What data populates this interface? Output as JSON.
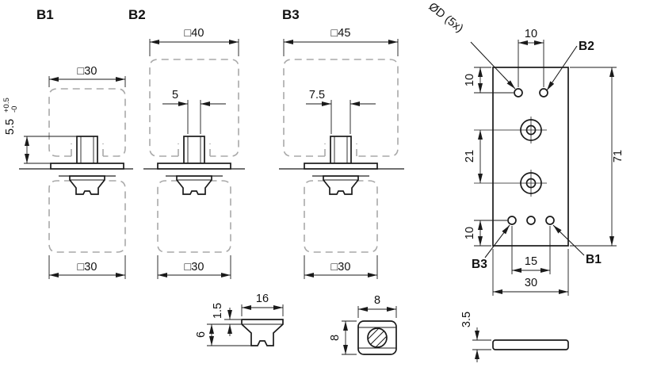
{
  "sections": [
    {
      "label": "B1",
      "top_dim": "□30",
      "bottom_dim": "□30",
      "stem_dim": "5.5",
      "tol_plus": "+0.5",
      "tol_minus": "-0"
    },
    {
      "label": "B2",
      "top_dim": "□40",
      "bottom_dim": "□30",
      "stem_dim": "5"
    },
    {
      "label": "B3",
      "top_dim": "□45",
      "bottom_dim": "□30",
      "stem_dim": "7.5"
    }
  ],
  "plate": {
    "hole_callout": "ØD (5x)",
    "callout_b1": "B1",
    "callout_b2": "B2",
    "callout_b3": "B3",
    "dim_top_holes": "10",
    "dim_row1": "10",
    "dim_mid": "21",
    "dim_row3": "10",
    "dim_height": "71",
    "dim_bottom_holes": "15",
    "dim_width": "30",
    "dim_thickness": "3.5"
  },
  "nut_detail": {
    "dim_length": "16",
    "dim_lip": "1.5",
    "dim_height": "6",
    "dim_width": "8",
    "dim_end_height": "8"
  },
  "colors": {
    "line": "#1a1a1a",
    "dashed_profile": "#a9a9a9",
    "background": "#ffffff"
  }
}
